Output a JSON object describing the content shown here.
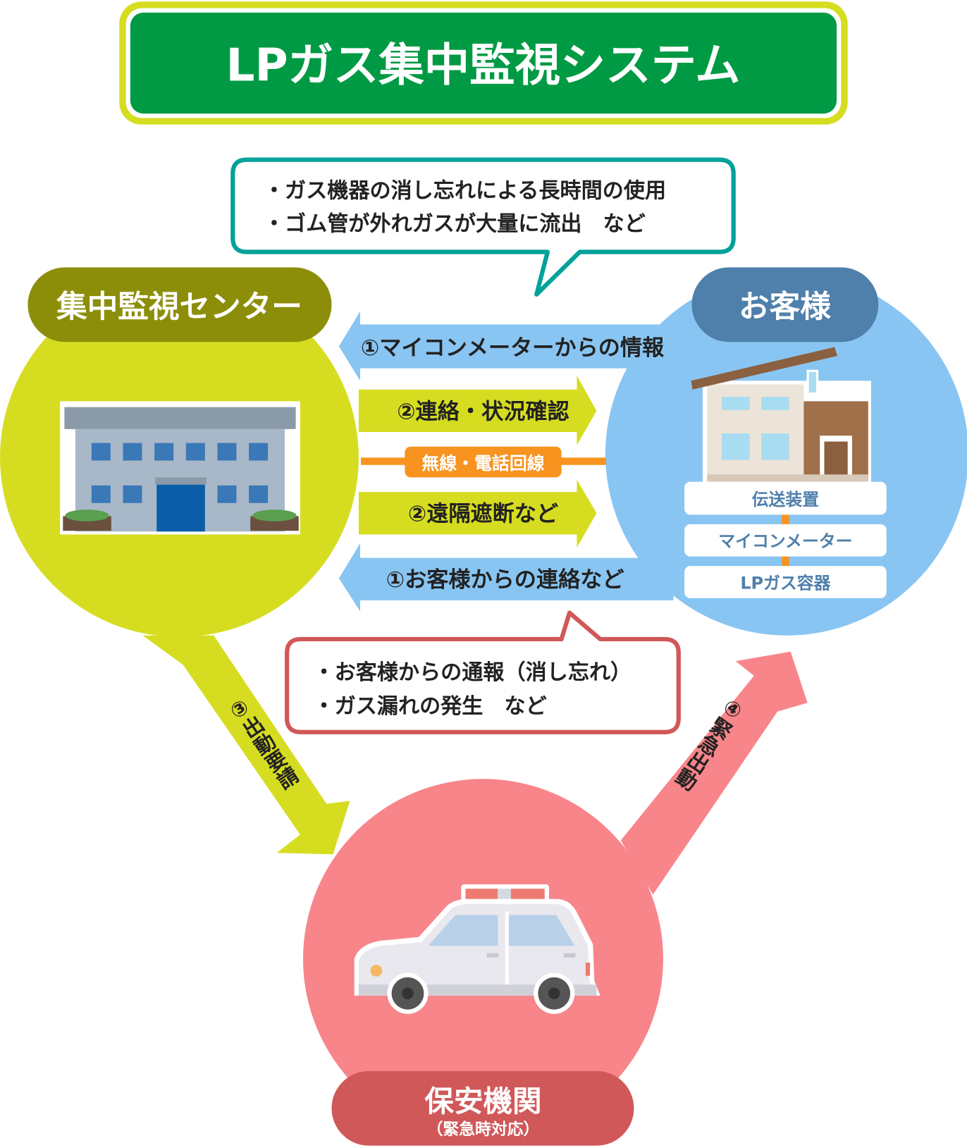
{
  "title": "LPガス集中監視システム",
  "teal_bubble": {
    "lines": [
      "・ガス機器の消し忘れによる長時間の使用",
      "・ゴム管が外れガスが大量に流出　など"
    ]
  },
  "red_bubble": {
    "lines": [
      "・お客様からの通報（消し忘れ）",
      "・ガス漏れの発生　など"
    ]
  },
  "nodes": {
    "center": {
      "label": "集中監視センター"
    },
    "customer": {
      "label": "お客様",
      "devices": [
        "伝送装置",
        "マイコンメーター",
        "LPガス容器"
      ]
    },
    "security": {
      "label": "保安機関",
      "sublabel": "（緊急時対応）"
    }
  },
  "arrows": {
    "meter_info": "①マイコンメーターからの情報",
    "contact_check": "②連絡・状況確認",
    "line_label": "無線・電話回線",
    "remote_shutoff": "②遠隔遮断など",
    "customer_contact": "①お客様からの連絡など",
    "dispatch_request": "③出動要請",
    "emergency_dispatch": "④緊急出動"
  },
  "colors": {
    "title_green": "#009a44",
    "title_border": "#d6dd21",
    "center_circle": "#d6dd21",
    "center_pill": "#8c8e0a",
    "customer_circle": "#89c5f2",
    "customer_pill": "#4f7fab",
    "security_circle": "#f8858a",
    "security_pill": "#d05859",
    "teal": "#00a29a",
    "orange": "#f7931e"
  }
}
